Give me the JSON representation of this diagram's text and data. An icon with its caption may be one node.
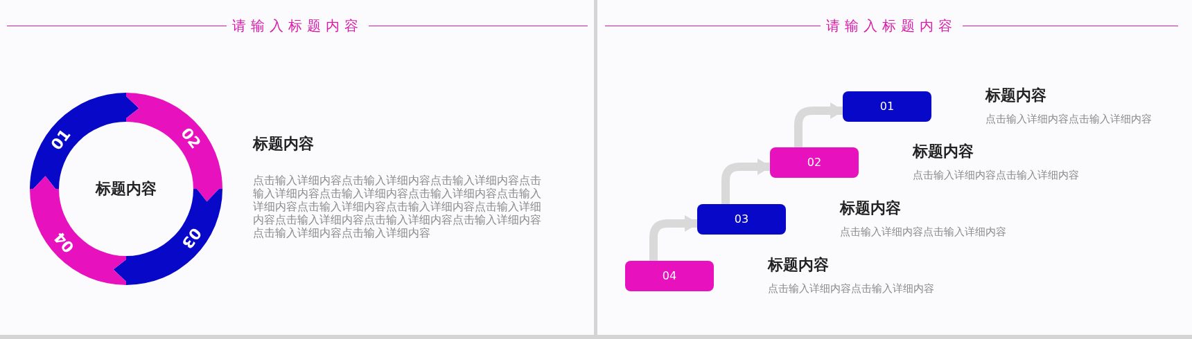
{
  "diagram": {
    "nodes": [
      {
        "text": [
          "01"
        ]
      },
      {
        "text": [
          "02"
        ]
      },
      {
        "text": [
          "03"
        ]
      },
      {
        "text": [
          "04"
        ]
      },
      {
        "text": [
          "标题内容"
        ]
      },
      {
        "text": [
          "01"
        ],
        "beside": [
          "标题内容",
          "点击输入详细内容点击输入详细内容"
        ]
      },
      {
        "text": [
          "02"
        ],
        "beside": [
          "标题内容",
          "点击输入详细内容点击输入详细内容"
        ]
      },
      {
        "text": [
          "03"
        ],
        "beside": [
          "标题内容",
          "点击输入详细内容点击输入详细内容"
        ]
      },
      {
        "text": [
          "04"
        ],
        "beside": [
          "标题内容",
          "点击输入详细内容点击输入详细内容"
        ]
      }
    ],
    "edges": [
      {
        "from": 8,
        "to": 7,
        "arrow": "to"
      },
      {
        "from": 7,
        "to": 6,
        "arrow": "to"
      },
      {
        "from": 6,
        "to": 5,
        "arrow": "to"
      }
    ],
    "labels": [
      "请输入标题内容",
      "标题内容",
      "点击输入详细内容点击输入详细内容点击输入详细内容点击输入详细内容点击输入详细内容点击输入详细内容点击输入详细内容点击输入详细内容点击输入详细内容点击输入详细内容点击输入详细内容点击输入详细内容点击输入详细内容点击输入详细内容点击输入详细内容",
      "请输入标题内容"
    ]
  }
}
